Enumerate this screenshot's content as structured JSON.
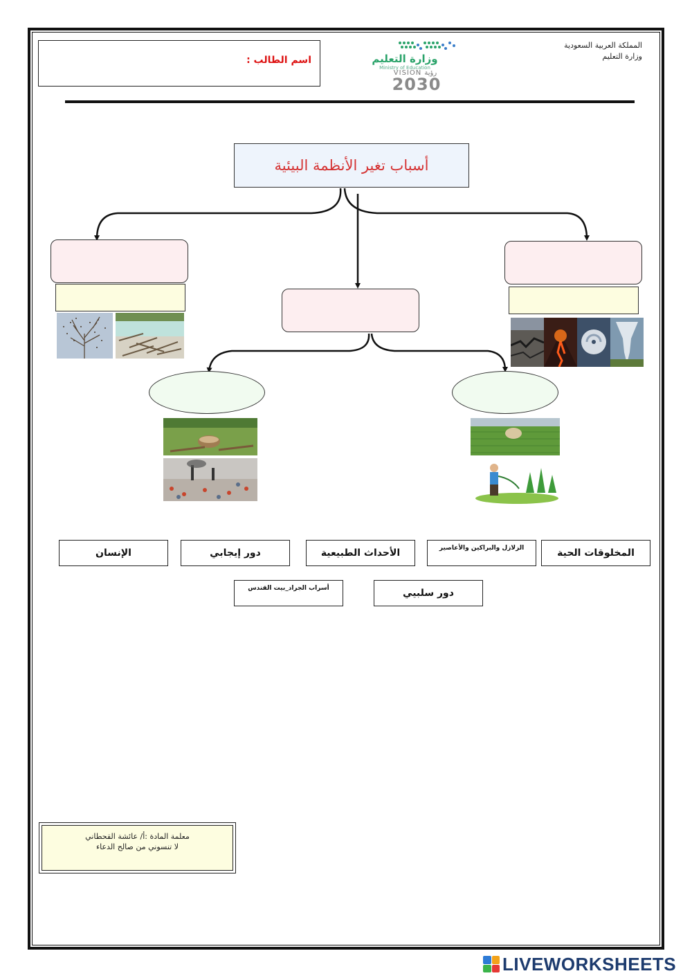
{
  "header": {
    "kingdom": "المملكة العربية السعودية",
    "ministry": "وزارة التعليم",
    "student_label": "اسم الطالب :"
  },
  "logo": {
    "title_ar": "وزارة التعليم",
    "title_en": "Ministry of Education",
    "vision": "VISION رؤية",
    "year": "2030"
  },
  "diagram": {
    "title": "أسباب تغير الأنظمة البيئية"
  },
  "word_bank": [
    "الإنسان",
    "دور إيجابي",
    "الأحداث الطبيعية",
    "الزلازل والبراكين والأعاصير",
    "المخلوقات الحية",
    "أسراب الجراد_بيت القندس",
    "دور سلبيي"
  ],
  "teacher": {
    "line1": "معلمة المادة :أ/ عائشة القحطاني",
    "line2": "لا تنسوني من صالح الدعاء"
  },
  "branding": {
    "site": "LIVEWORKSHEETS"
  },
  "colors": {
    "title_text": "#d53232",
    "title_box": "#eef4fc",
    "pink_box": "#fdeef0",
    "yellow_box": "#fdfde0",
    "oval": "#f1fbf0",
    "logo_green": "#2aa36a",
    "brand_blue": "#1d3b6e"
  }
}
